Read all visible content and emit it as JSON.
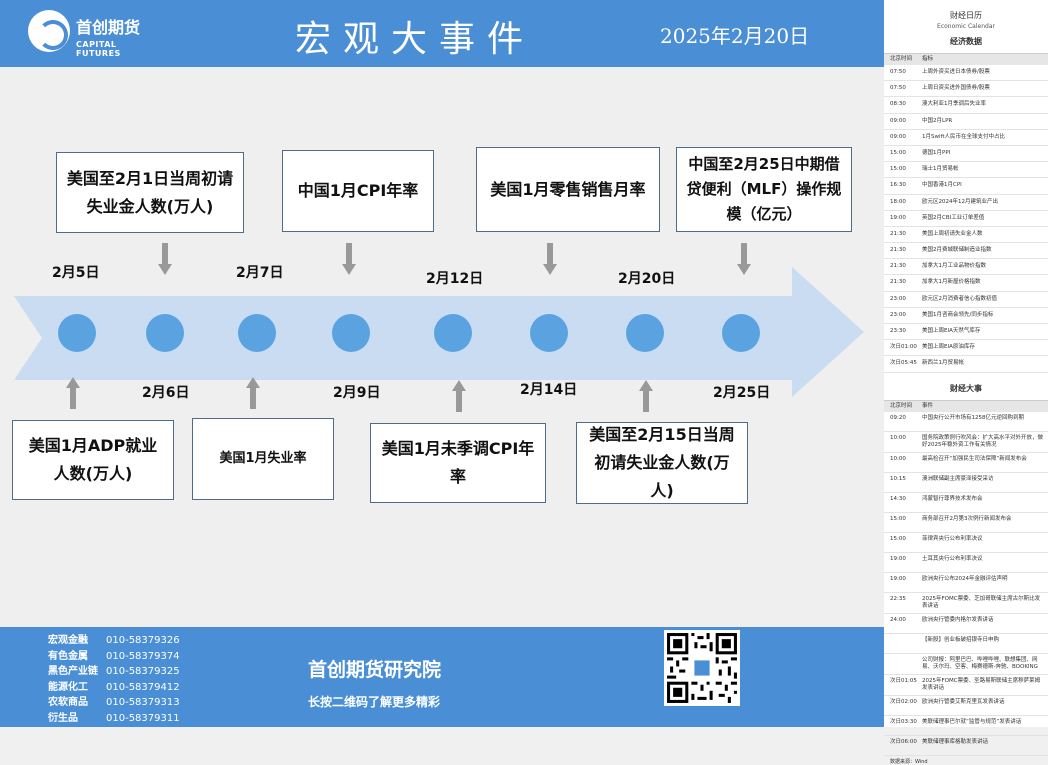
{
  "header": {
    "logo_cn": "首创期货",
    "logo_en": "CAPITAL FUTURES",
    "title": "宏观大事件",
    "date": "2025年2月20日"
  },
  "top_events": [
    {
      "text": "美国至2月1日当周初请失业金人数(万人)",
      "date": "2月5日"
    },
    {
      "text": "中国1月CPI年率",
      "date": "2月7日"
    },
    {
      "text": "美国1月零售销售月率",
      "date": "2月12日"
    },
    {
      "text": "中国至2月25日中期借贷便利（MLF）操作规模（亿元）",
      "date": "2月20日"
    }
  ],
  "bottom_events": [
    {
      "text": "美国1月ADP就业人数(万人)",
      "date": "2月6日"
    },
    {
      "text": "美国1月失业率",
      "date": "2月9日"
    },
    {
      "text": "美国1月未季调CPI年率",
      "date": "2月14日"
    },
    {
      "text": "美国至2月15日当周初请失业金人数(万人)",
      "date": "2月25日"
    }
  ],
  "footer": {
    "contacts": [
      {
        "dept": "宏观金融",
        "phone": "010-58379326"
      },
      {
        "dept": "有色金属",
        "phone": "010-58379374"
      },
      {
        "dept": "黑色产业链",
        "phone": "010-58379325"
      },
      {
        "dept": "能源化工",
        "phone": "010-58379412"
      },
      {
        "dept": "农软商品",
        "phone": "010-58379313"
      },
      {
        "dept": "衍生品",
        "phone": "010-58379311"
      }
    ],
    "institute": "首创期货研究院",
    "slogan": "长按二维码了解更多精彩"
  },
  "sidebar": {
    "title": "财经日历",
    "title_en": "Economic Calendar",
    "data_section": "经济数据",
    "col_time": "北京时间",
    "col_indicator": "指标",
    "data_rows": [
      {
        "time": "07:50",
        "item": "上周外资买进日本债券/股票"
      },
      {
        "time": "07:50",
        "item": "上周日资买进外国债券/股票"
      },
      {
        "time": "08:30",
        "item": "澳大利亚1月季调后失业率"
      },
      {
        "time": "09:00",
        "item": "中国2月LPR"
      },
      {
        "time": "09:00",
        "item": "1月Swift人民币在全球支付中占比"
      },
      {
        "time": "15:00",
        "item": "德国1月PPI"
      },
      {
        "time": "15:00",
        "item": "瑞士1月贸易帐"
      },
      {
        "time": "16:30",
        "item": "中国香港1月CPI"
      },
      {
        "time": "18:00",
        "item": "欧元区2024年12月建筑业产出"
      },
      {
        "time": "19:00",
        "item": "英国2月CBI工业订单差值"
      },
      {
        "time": "21:30",
        "item": "美国上周初请失业金人数"
      },
      {
        "time": "21:30",
        "item": "美国2月费城联储制造业指数"
      },
      {
        "time": "21:30",
        "item": "加拿大1月工业品物价指数"
      },
      {
        "time": "21:30",
        "item": "加拿大1月新屋价格指数"
      },
      {
        "time": "23:00",
        "item": "欧元区2月消费者信心指数初值"
      },
      {
        "time": "23:00",
        "item": "美国1月咨商会领先/同步指标"
      },
      {
        "time": "23:30",
        "item": "美国上周EIA天然气库存"
      },
      {
        "time": "次日01:00",
        "item": "美国上周EIA原油库存"
      },
      {
        "time": "次日05:45",
        "item": "新西兰1月贸易帐"
      }
    ],
    "event_section": "财经大事",
    "col_event": "事件",
    "event_rows": [
      {
        "time": "09:20",
        "item": "中国央行公开市场有1258亿元逆回购到期"
      },
      {
        "time": "10:00",
        "item": "国务院政策例行吹风会：扩大高水平对外开放，做好2025年稳外资工作有关情况"
      },
      {
        "time": "10:00",
        "item": "最高检召开“加强民生司法保障”新闻发布会"
      },
      {
        "time": "10:15",
        "item": "澳洲联储副主席豪泽接受采访"
      },
      {
        "time": "14:30",
        "item": "鸿蒙智行尊界技术发布会"
      },
      {
        "time": "15:00",
        "item": "商务部召开2月第3次例行新闻发布会"
      },
      {
        "time": "15:00",
        "item": "菲律宾央行公布利率决议"
      },
      {
        "time": "19:00",
        "item": "土耳其央行公布利率决议"
      },
      {
        "time": "19:00",
        "item": "欧洲央行公布2024年金融评估声明"
      },
      {
        "time": "22:35",
        "item": "2025年FOMC票委、芝加哥联储主席古尔斯比发表讲话"
      },
      {
        "time": "24:00",
        "item": "欧洲央行管委内格尔发表讲话"
      },
      {
        "time": "",
        "item": "【新股】创业板破招银寺日申购"
      },
      {
        "time": "",
        "item": "公司财报：阿里巴巴、哔哩哔哩、联想集团、网易、沃尔玛、空客、梅赛德斯-奔驰、BOOKING"
      },
      {
        "time": "次日01:05",
        "item": "2025年FOMC票委、圣路易斯联储主席穆萨莱姆发表讲话"
      },
      {
        "time": "次日02:00",
        "item": "欧洲央行管委艾斯克里瓦发表讲话"
      },
      {
        "time": "次日03:30",
        "item": "美联储理事巴尔就“监管与规范”发表讲话"
      },
      {
        "time": "次日06:00",
        "item": "美联储理事库格勒发表讲话"
      }
    ],
    "source": "数据来源：Wind"
  }
}
